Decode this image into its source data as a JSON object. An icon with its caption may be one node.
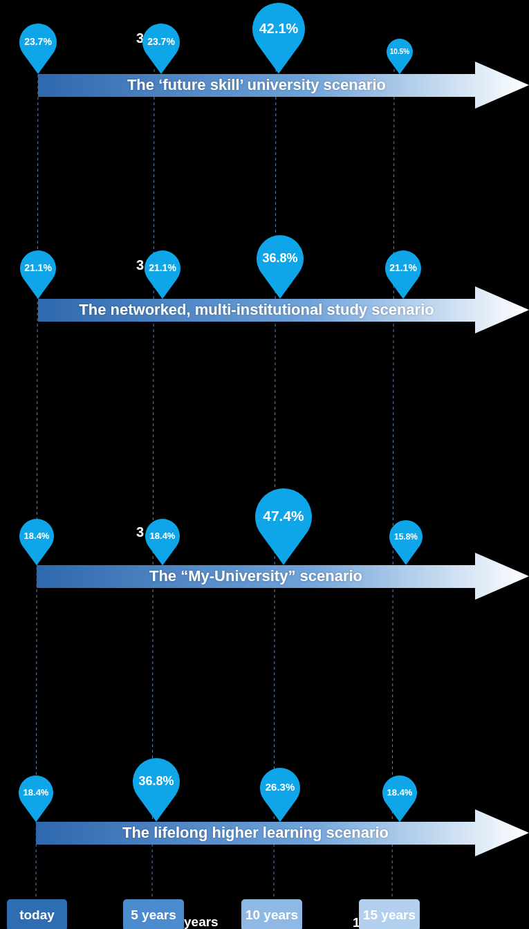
{
  "diagram": {
    "nodes": [
      {
        "text": [
          "23.7%"
        ]
      },
      {
        "text": [
          "23.7%"
        ]
      },
      {
        "text": [
          "42.1%"
        ]
      },
      {
        "text": [
          "10.5%"
        ]
      },
      {
        "text": [
          "The ‘future skill’ university scenario"
        ]
      },
      {
        "text": [
          "21.1%"
        ]
      },
      {
        "text": [
          "21.1%"
        ]
      },
      {
        "text": [
          "36.8%"
        ]
      },
      {
        "text": [
          "21.1%"
        ]
      },
      {
        "text": [
          "The networked, multi-institutional study scenario"
        ]
      },
      {
        "text": [
          "18.4%"
        ]
      },
      {
        "text": [
          "18.4%"
        ]
      },
      {
        "text": [
          "47.4%"
        ]
      },
      {
        "text": [
          "15.8%"
        ]
      },
      {
        "text": [
          "The “My-University” scenario"
        ]
      },
      {
        "text": [
          "18.4%"
        ]
      },
      {
        "text": [
          "36.8%"
        ]
      },
      {
        "text": [
          "26.3%"
        ]
      },
      {
        "text": [
          "18.4%"
        ]
      },
      {
        "text": [
          "The lifelong higher learning scenario"
        ]
      },
      {
        "text": [
          "today"
        ]
      },
      {
        "text": [
          "5 years"
        ]
      },
      {
        "text": [
          "10 years"
        ]
      },
      {
        "text": [
          "15 years"
        ]
      }
    ],
    "labels": [
      "3",
      "3",
      "3",
      "years",
      "1"
    ]
  }
}
